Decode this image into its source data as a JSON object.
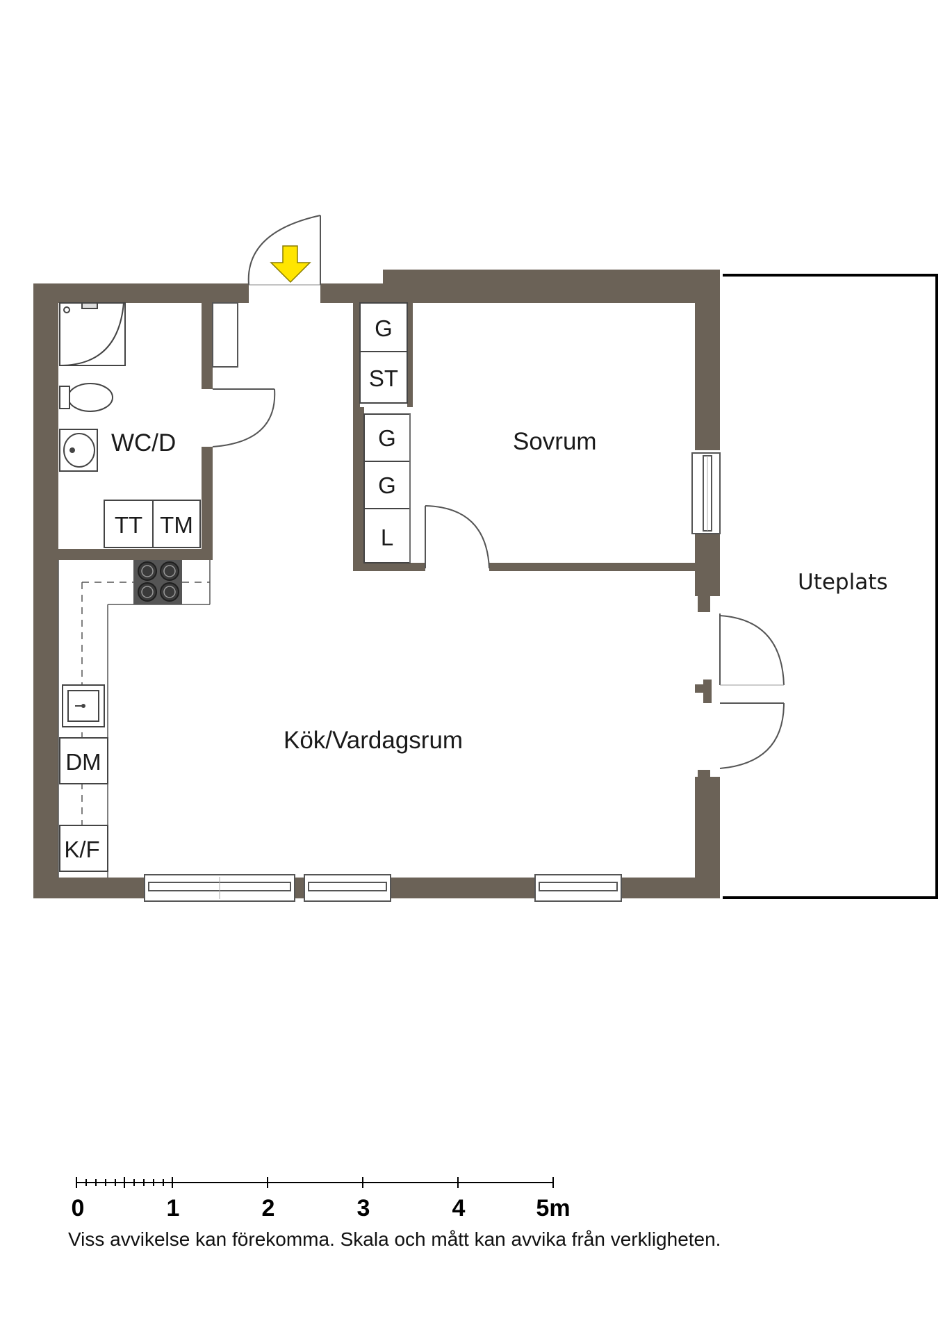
{
  "rooms": {
    "wc": "WC/D",
    "bedroom": "Sovrum",
    "kitchen_living": "Kök/Vardagsrum",
    "patio": "Uteplats"
  },
  "fixtures": {
    "tt": "TT",
    "tm": "TM",
    "g1": "G",
    "st": "ST",
    "g2": "G",
    "g3": "G",
    "l": "L",
    "dm": "DM",
    "kf": "K/F"
  },
  "scale": {
    "ticks": [
      "0",
      "1",
      "2",
      "3",
      "4",
      "5m"
    ]
  },
  "disclaimer": "Viss avvikelse kan förekomma. Skala och mått kan avvika från verkligheten.",
  "colors": {
    "wall": "#6b6257",
    "entrance_arrow": "#ffe500",
    "stove": "#555555"
  }
}
